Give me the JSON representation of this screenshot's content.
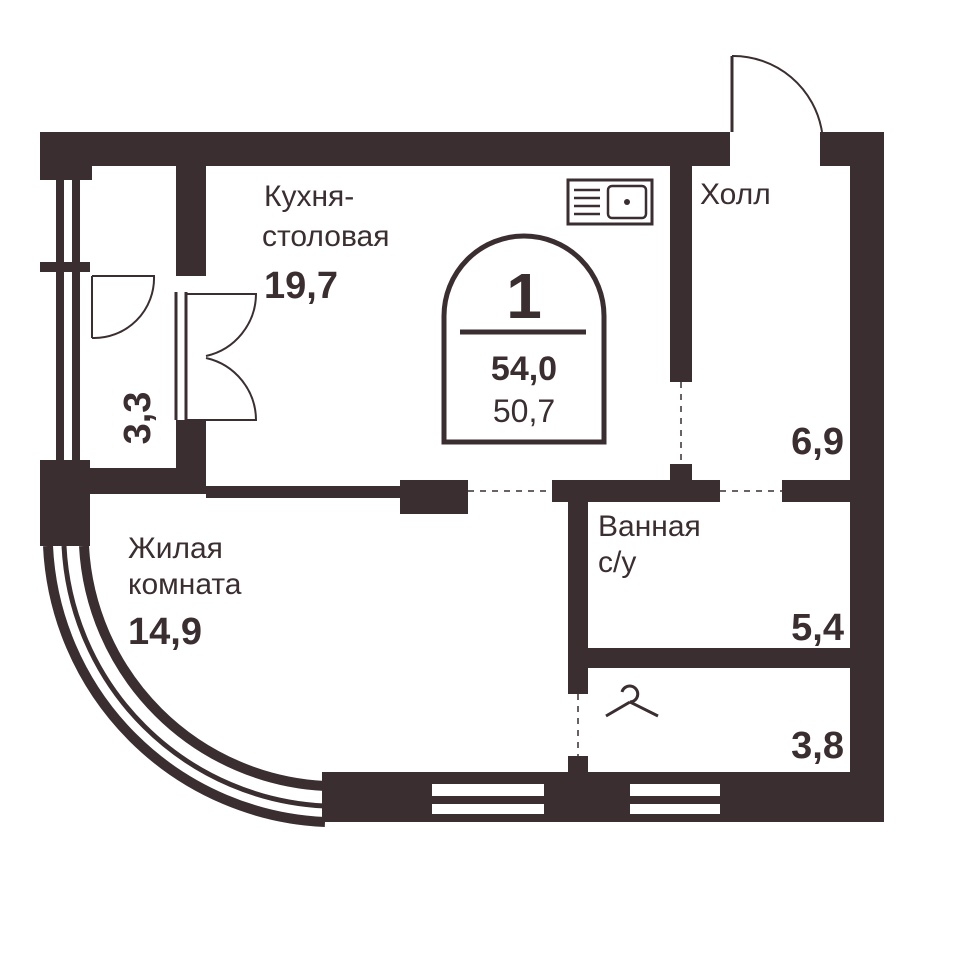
{
  "plan": {
    "rooms_count": "1",
    "total_area": "54,0",
    "living_area": "50,7",
    "rooms": [
      {
        "label_line1": "Кухня-",
        "label_line2": "столовая",
        "area": "19,7"
      },
      {
        "label_line1": "Холл",
        "area": "6,9"
      },
      {
        "label_line1": "Жилая",
        "label_line2": "комната",
        "area": "14,9"
      },
      {
        "label_line1": "Ванная",
        "label_line2": "с/у",
        "area": "5,4"
      },
      {
        "area": "3,8"
      },
      {
        "area": "3,3"
      }
    ],
    "colors": {
      "wall": "#3a2e30",
      "background": "#ffffff"
    },
    "icons": [
      "sink-icon",
      "hanger-icon",
      "door-swing-icon"
    ]
  }
}
